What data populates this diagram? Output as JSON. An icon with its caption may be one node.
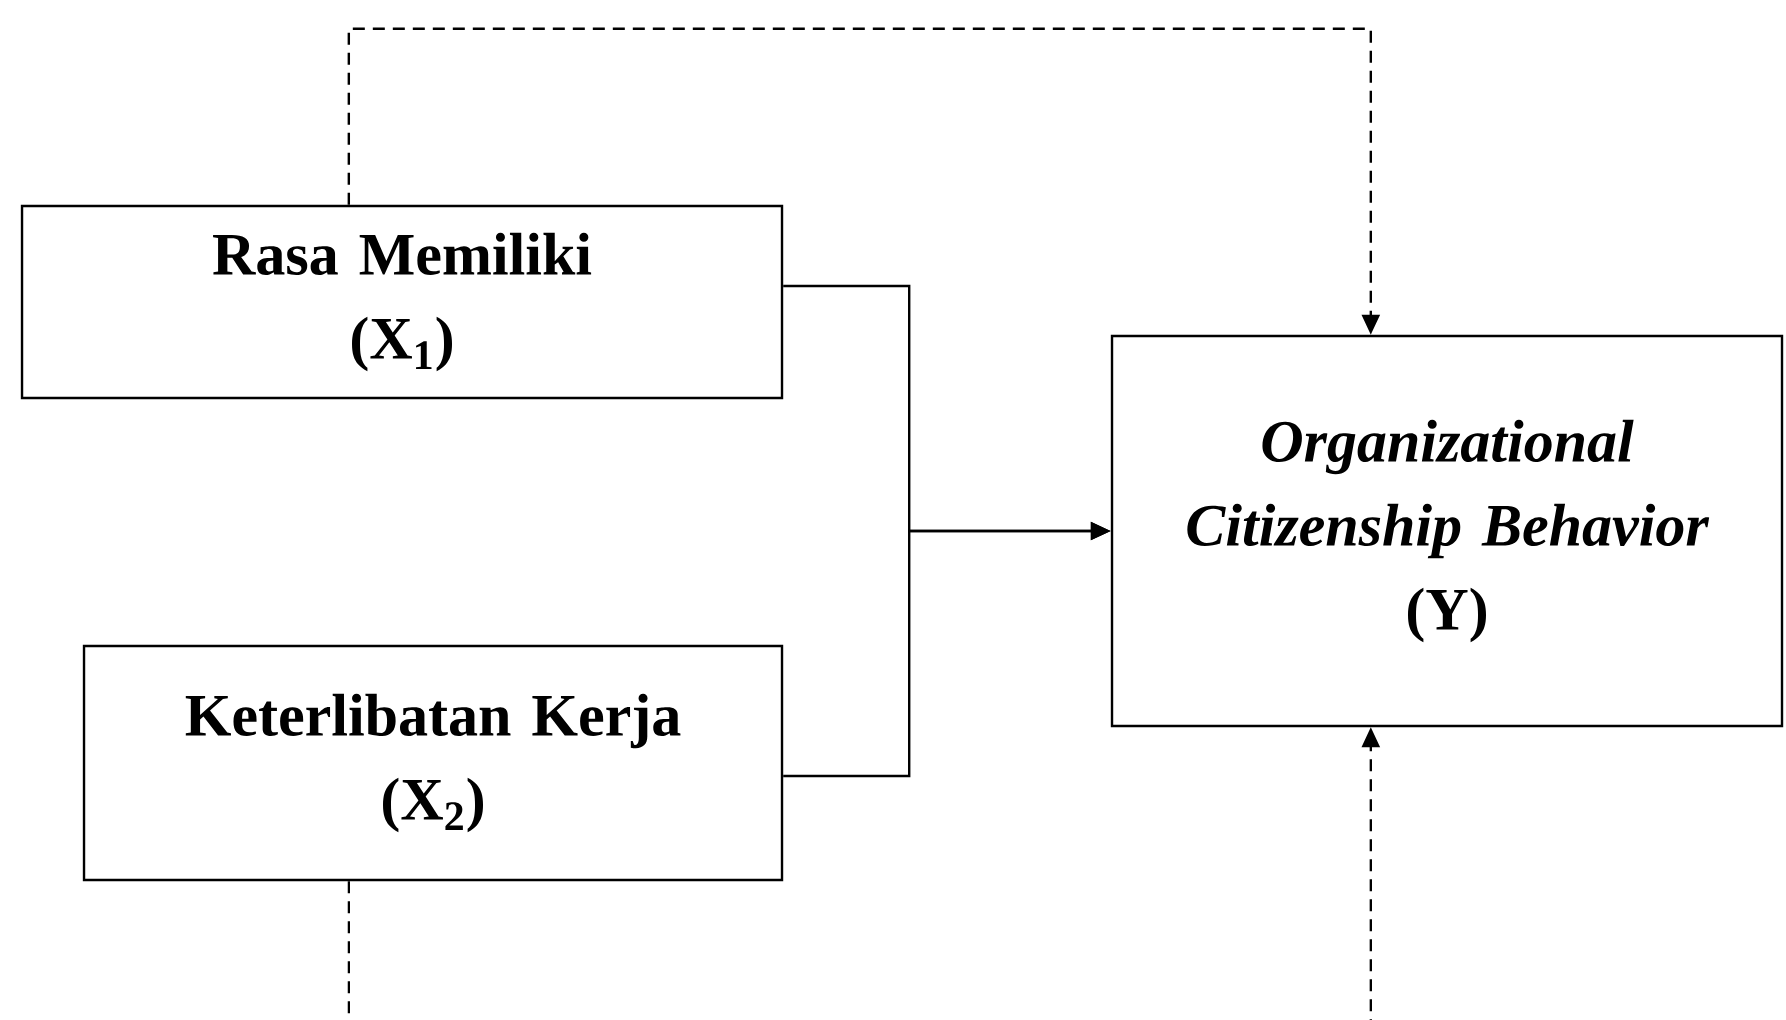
{
  "diagram": {
    "nodes": [
      {
        "text": [
          "Rasa Memiliki",
          "(X$_{1}$)"
        ]
      },
      {
        "text": [
          "Keterlibatan Kerja",
          "(X$_{2}$)"
        ]
      },
      {
        "text": [
          "Organizational Citizenship Behavior",
          "(Y)"
        ]
      }
    ],
    "edges": [
      {
        "from": 0,
        "to": 2,
        "arrow": "to",
        "style": "dashed"
      },
      {
        "from": 0,
        "to": 2,
        "arrow": "to"
      },
      {
        "from": 1,
        "to": 2,
        "arrow": "to"
      },
      {
        "from": 1,
        "to": null,
        "arrow": "none",
        "style": "dashed"
      },
      {
        "from": null,
        "to": 2,
        "arrow": "to",
        "style": "dashed"
      }
    ]
  }
}
